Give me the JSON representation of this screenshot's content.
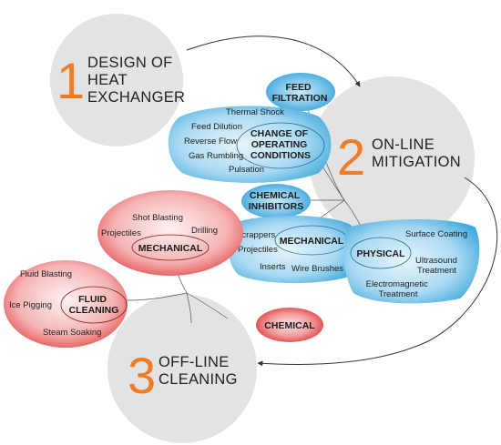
{
  "colors": {
    "circle": "#e3e3e3",
    "number": "#ef7d25",
    "blue_dark": "#2f9fd6",
    "blue_light": "#c8e8f8",
    "red_dark": "#df2b2b",
    "red_light": "#fde7e7",
    "connector": "#555555"
  },
  "stages": {
    "design": {
      "number": "1",
      "title_lines": [
        "DESIGN OF",
        "HEAT",
        "EXCHANGER"
      ]
    },
    "online": {
      "number": "2",
      "title_lines": [
        "ON-LINE",
        "MITIGATION"
      ]
    },
    "offline": {
      "number": "3",
      "title_lines": [
        "OFF-LINE",
        "CLEANING"
      ]
    }
  },
  "online": {
    "feed_filtration": {
      "title_lines": [
        "FEED",
        "FILTRATION"
      ]
    },
    "change_of_operating_conditions": {
      "title_lines": [
        "CHANGE OF",
        "OPERATING",
        "CONDITIONS"
      ],
      "items": [
        "Thermal Shock",
        "Feed Dilution",
        "Reverse Flow",
        "Gas Rumbling",
        "Pulsation"
      ]
    },
    "chemical_inhibitors": {
      "title_lines": [
        "CHEMICAL",
        "INHIBITORS"
      ]
    },
    "mechanical": {
      "title": "MECHANICAL",
      "items": [
        "Scrappers",
        "Projectiles",
        "Inserts",
        "Wire Brushes"
      ]
    },
    "physical": {
      "title": "PHYSICAL",
      "items": [
        "Surface Coating",
        "Ultrasound Treatment",
        "Electromagnetic Treatment"
      ],
      "item_lines": {
        "surface": [
          "Surface Coating"
        ],
        "ultrasound": [
          "Ultrasound",
          "Treatment"
        ],
        "electromagnetic": [
          "Electromagnetic",
          "Treatment"
        ]
      }
    }
  },
  "offline": {
    "mechanical": {
      "title": "MECHANICAL",
      "items": [
        "Shot Blasting",
        "Projectiles",
        "Drilling"
      ]
    },
    "fluid_cleaning": {
      "title_lines": [
        "FLUID",
        "CLEANING"
      ],
      "items": [
        "Fluid Blasting",
        "Ice Pigging",
        "Steam Soaking"
      ]
    },
    "chemical": {
      "title": "CHEMICAL"
    }
  }
}
